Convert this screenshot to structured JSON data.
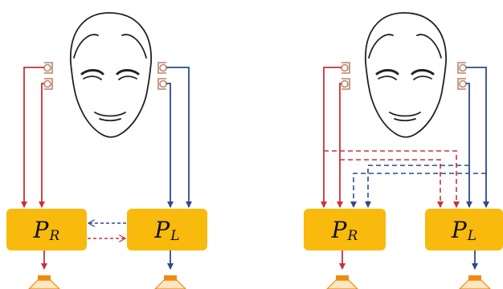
{
  "panels": [
    {
      "name": "left",
      "processors": [
        {
          "symbol": "P",
          "subscript": "R"
        },
        {
          "symbol": "P",
          "subscript": "L"
        }
      ],
      "cross_links": "dashed-bidirectional"
    },
    {
      "name": "right",
      "processors": [
        {
          "symbol": "P",
          "subscript": "R"
        },
        {
          "symbol": "P",
          "subscript": "L"
        }
      ],
      "cross_links": "dashed-crossed-mic-signals"
    }
  ],
  "colors": {
    "right_channel": "#c8323a",
    "left_channel": "#2e4a8a",
    "processor_fill": "#f8ba0c",
    "speaker": "#f08a12",
    "head_outline": "#222222",
    "mic_outline": "#b9846a"
  }
}
